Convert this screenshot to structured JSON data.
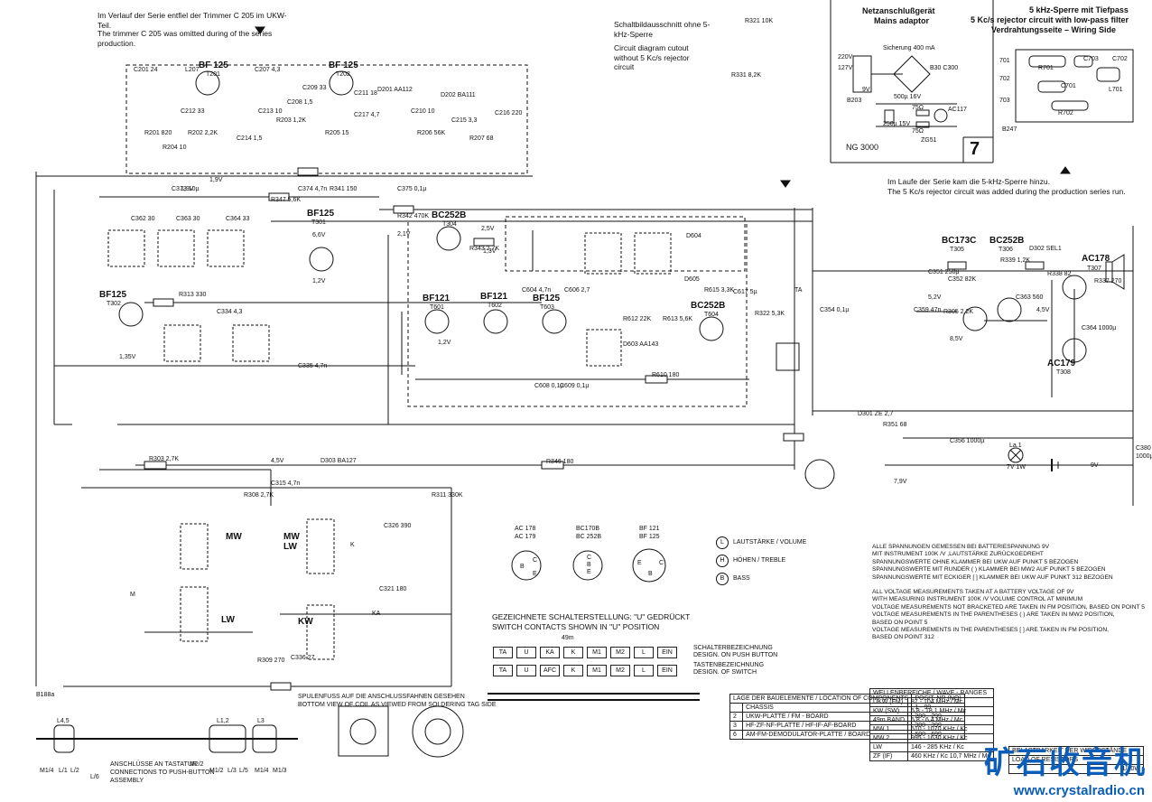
{
  "notes": {
    "trimmer_de": "Im Verlauf der Serie entfiel der Trimmer C 205 im UKW-Teil.",
    "trimmer_en": "The trimmer C 205 was omitted during of the series production.",
    "cutout_de": "Schaltbildausschnitt ohne 5-kHz-Sperre",
    "cutout_en": "Circuit diagram cutout without 5 Kc/s rejector circuit",
    "rejector_added_de": "Im Laufe der Serie kam die 5-kHz-Sperre hinzu.",
    "rejector_added_en": "The 5 Kc/s rejector circuit was added during the production series run."
  },
  "mains_adaptor": {
    "title_de": "Netzanschlußgerät",
    "title_en": "Mains adaptor",
    "model": "NG 3000",
    "fuse": "Sicherung 400 mA",
    "voltages": [
      "220V",
      "127V",
      "9V"
    ],
    "parts": [
      "B30 C300",
      "500µ 16V",
      "250µ 15V",
      "75Ω",
      "75Ω",
      "AC117",
      "ZG51",
      "B203"
    ]
  },
  "wiring_side": {
    "title_line1": "5 kHz-Sperre mit Tiefpass",
    "title_line2": "5 Kc/s rejector circuit with low-pass filter",
    "title_line3": "Verdrahtungsseite – Wiring Side",
    "rows": [
      "701",
      "702",
      "703"
    ],
    "parts": [
      "R701",
      "C701",
      "C702",
      "L701",
      "R702",
      "C703"
    ],
    "board_id": "B247",
    "figure_number": "7"
  },
  "transistors": [
    {
      "type": "BF 125",
      "ref": "T201"
    },
    {
      "type": "BF 125",
      "ref": "T202"
    },
    {
      "type": "BC252B",
      "ref": "T304"
    },
    {
      "type": "BF125",
      "ref": "T301"
    },
    {
      "type": "BF125",
      "ref": "T302"
    },
    {
      "type": "BF121",
      "ref": "T601"
    },
    {
      "type": "BF121",
      "ref": "T602"
    },
    {
      "type": "BF125",
      "ref": "T603"
    },
    {
      "type": "BC252B",
      "ref": "T604"
    },
    {
      "type": "BC173C",
      "ref": "T305"
    },
    {
      "type": "BC252B",
      "ref": "T306"
    },
    {
      "type": "AC178",
      "ref": "T307"
    },
    {
      "type": "AC179",
      "ref": "T308"
    }
  ],
  "component_labels": [
    "C201 24",
    "L207",
    "C207 4,3",
    "C208 1,5",
    "C209 33",
    "C210 10",
    "C211 18",
    "C212 33",
    "C213 10",
    "C214 1,5",
    "C215 3,3",
    "C216 220",
    "C217 4,7",
    "R201 820",
    "R202 2,2K",
    "R203 1,2K",
    "R204 10",
    "R205 15",
    "R206 56K",
    "R207 68",
    "D201 AA112",
    "D202 BA111",
    "C335 4,7n",
    "C334 4,3",
    "C336 27",
    "C362 30",
    "C363 30",
    "C364 33",
    "R313 330",
    "R342 470K",
    "R343 2,7K",
    "R347 5,6K",
    "R341 150",
    "C373 10µ",
    "C374 4,7n",
    "C375 0,1µ",
    "R309 270",
    "R308 2,7K",
    "R311 330K",
    "C326 390",
    "C321 180",
    "R303 2,7K",
    "R346 180",
    "D303 BA127",
    "R351 68",
    "C356 1000µ",
    "C380 1000µ",
    "D301 ZE 2,7",
    "D302 SEL1",
    "R610 180",
    "R612 22K",
    "R613 5,6K",
    "C604 4,7n",
    "C606 2,7",
    "C608 0,1µ",
    "C609 0,1µ",
    "D603 AA143",
    "D604",
    "D605",
    "R615 3,3K",
    "C617 5µ",
    "R339 1,2K",
    "C351 250µ",
    "C352 82K",
    "R322 5,3K",
    "C354 0,1µ",
    "C359 47n",
    "R305 2,2K",
    "C363 560",
    "C364 1000µ",
    "R338 82",
    "R337 270",
    "R321 10K",
    "C315 4,7n",
    "R331 8,2K",
    "B188a"
  ],
  "signal_notes": [
    "1,9V",
    "2,1V",
    "2,5V",
    "6,6V",
    "1,2V",
    "1,2V",
    "1,35V",
    "4,5V",
    "7,9V",
    "5,2V",
    "8,5V",
    "4,5V",
    "9V",
    "1,9V",
    "1,3V"
  ],
  "switches": {
    "band_labels": [
      "MW",
      "LW",
      "MW LW",
      "KW"
    ],
    "points": [
      "TA",
      "K",
      "KA",
      "M"
    ]
  },
  "lamp": {
    "label": "La.1",
    "rating": "7V 1W"
  },
  "controls": [
    {
      "key": "L",
      "text": "LAUTSTÄRKE / VOLUME"
    },
    {
      "key": "H",
      "text": "HÖHEN / TREBLE"
    },
    {
      "key": "B",
      "text": "BASS"
    }
  ],
  "pinouts": {
    "ac": {
      "label1": "AC 178",
      "label2": "AC 179",
      "pins": [
        "C",
        "B",
        "E"
      ]
    },
    "bc": {
      "label1": "BC170B",
      "label2": "BC 252B",
      "pins": [
        "C",
        "B",
        "E"
      ]
    },
    "bf": {
      "label1": "BF 121",
      "label2": "BF 125",
      "pins": [
        "E",
        "B",
        "C"
      ]
    }
  },
  "switch_position": {
    "de": "GEZEICHNETE SCHALTERSTELLUNG: \"U\" GEDRÜCKT",
    "en": "SWITCH CONTACTS SHOWN IN \"U\" POSITION",
    "band_48m": "49m",
    "row1": [
      "TA",
      "U",
      "KA",
      "K",
      "M1",
      "M2",
      "L",
      "EIN"
    ],
    "row2": [
      "TA",
      "U",
      "AFC",
      "K",
      "M1",
      "M2",
      "L",
      "EIN"
    ],
    "designation_de1": "SCHALTERBEZEICHNUNG",
    "designation_en1": "DESIGN. ON PUSH BUTTON",
    "designation_de2": "TASTENBEZEICHNUNG",
    "designation_en2": "DESIGN. OF SWITCH"
  },
  "coil_view": {
    "de": "SPULENFUSS AUF DIE ANSCHLUSSFAHNEN GESEHEN",
    "en": "BOTTOM VIEW OF COIL AS VIEWED FROM SOLDERING TAG SIDE"
  },
  "bottom_assembly": {
    "coils": [
      "L4,5",
      "L1,2",
      "L3"
    ],
    "pins": [
      "M1/4",
      "L/1",
      "L/2",
      "L/6",
      "M1/2",
      "L/3",
      "L/5",
      "M2/2",
      "M1/4",
      "M1/3"
    ],
    "note_de": "ANSCHLÜSSE AN TASTATUR",
    "note_en1": "CONNECTIONS TO PUSH-BUTTON",
    "note_en2": "ASSEMBLY"
  },
  "location_table": {
    "header": [
      "LAGE DER BAUELEMENTE / LOCATION OF COMPONENTS",
      "POSIT. NR.(NO)"
    ],
    "rows": [
      [
        "",
        "CHASSIS",
        "1 - 99"
      ],
      [
        "2",
        "UKW-PLATTE / FM - BOARD",
        "200 - 299"
      ],
      [
        "3",
        "HF-ZF-NF-PLATTE / HF-IF-AF-BOARD",
        "300 - 399"
      ],
      [
        "6",
        "AM-FM-DEMODULATOR-PLATTE / BOARD",
        "600 - 699"
      ]
    ]
  },
  "voltage_notes": {
    "de": [
      "ALLE SPANNUNGEN GEMESSEN BEI BATTERIESPANNUNG 9V",
      "MIT INSTRUMENT 100K /V ,LAUTSTÄRKE ZURÜCKGEDREHT",
      "SPANNUNGSWERTE OHNE KLAMMER BEI UKW AUF PUNKT 5 BEZOGEN",
      "SPANNUNGSWERTE MIT RUNDER ( ) KLAMMER BEI MW2 AUF PUNKT 5 BEZOGEN",
      "SPANNUNGSWERTE MIT ECKIGER [ ] KLAMMER BEI UKW AUF PUNKT 312 BEZOGEN"
    ],
    "en": [
      "ALL VOLTAGE MEASUREMENTS TAKEN AT A BATTERY VOLTAGE OF 9V",
      "WITH MEASURING INSTRUMENT 100K /V VOLUME CONTROL AT MINIMUM",
      "VOLTAGE MEASUREMENTS NOT BRACKETED ARE TAKEN IN FM POSITION, BASED ON POINT 5",
      "VOLTAGE MEASUREMENTS IN THE PARENTHESES ( ) ARE TAKEN IN MW2 POSITION,",
      "BASED ON POINT 5",
      "VOLTAGE MEASUREMENTS IN THE PARENTHESES [ ] ARE TAKEN IN FM POSITION,",
      "BASED ON POINT 312"
    ]
  },
  "wave_ranges": {
    "title": "WELLENBEREICHE / WAVE - RANGES",
    "rows": [
      [
        "UKW (FM)",
        "87 - 104 MHz / Mc"
      ],
      [
        "KW (SW)",
        "5,8 - 18,1 MHz / Mc"
      ],
      [
        "49m BAND",
        "5,8 - 6,4 MHz / Mc"
      ],
      [
        "MW 1",
        "510 - 1070 KHz / Kc"
      ],
      [
        "MW 2",
        "995 - 1630 KHz / Kc"
      ],
      [
        "LW",
        "146 - 285 KHz / Kc"
      ],
      [
        "ZF (IF)",
        "460 KHz / Kc 10,7 MHz / Mc"
      ]
    ]
  },
  "resistor_load": {
    "title_de": "BELASTBARKEIT DER WIDERSTÄNDE",
    "title_en": "LOAD OF RESISTORS",
    "value": "1/10W"
  },
  "watermark": {
    "text": "矿石收音机",
    "url": "www.crystalradio.cn"
  },
  "colors": {
    "ink": "#111111",
    "watermark": "#0b5db8",
    "paper": "#ffffff"
  }
}
